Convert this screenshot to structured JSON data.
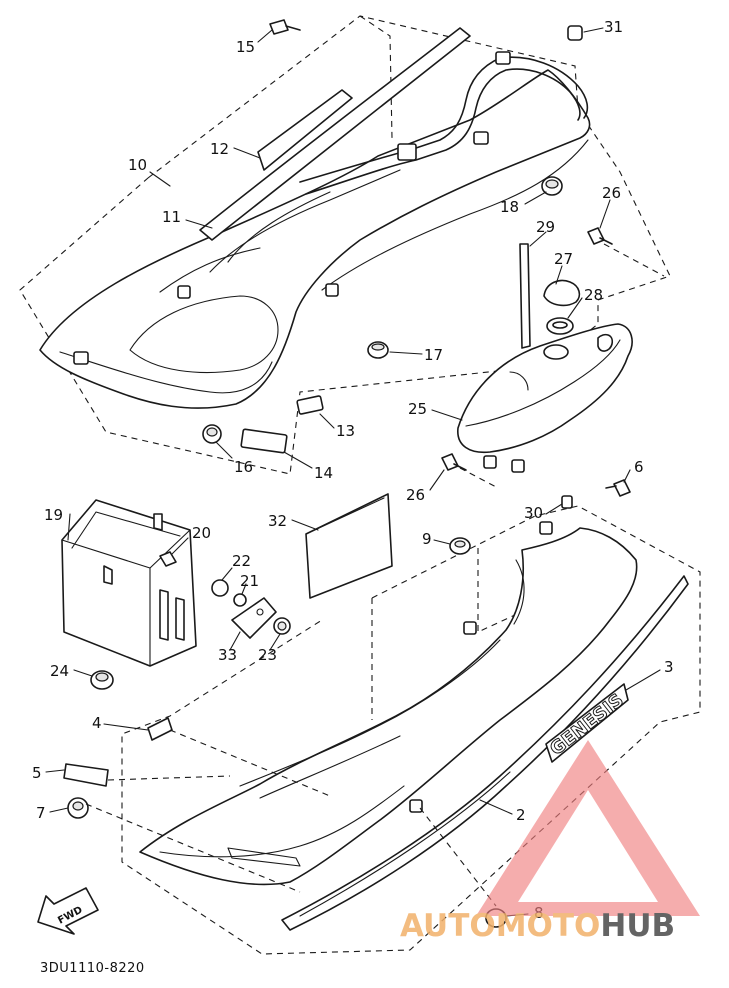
{
  "diagram": {
    "catalog_code": "3DU1110-8220",
    "fwd_label": "FWD",
    "emblem_text": "GENESIS",
    "watermark": {
      "part1": "AUTOMOTO",
      "part2": "HUB",
      "color_triangle": "#f07f7f",
      "color_text1": "#f2b16a",
      "color_text2": "#4a4a4a"
    },
    "callouts": {
      "p2": "2",
      "p3": "3",
      "p4": "4",
      "p5": "5",
      "p6": "6",
      "p7": "7",
      "p8": "8",
      "p9": "9",
      "p10": "10",
      "p11": "11",
      "p12": "12",
      "p13": "13",
      "p14": "14",
      "p15": "15",
      "p16": "16",
      "p17": "17",
      "p18": "18",
      "p19": "19",
      "p20": "20",
      "p21": "21",
      "p22": "22",
      "p23": "23",
      "p24": "24",
      "p25": "25",
      "p26a": "26",
      "p26b": "26",
      "p27": "27",
      "p28": "28",
      "p29": "29",
      "p30": "30",
      "p31": "31",
      "p32": "32",
      "p33": "33"
    }
  }
}
